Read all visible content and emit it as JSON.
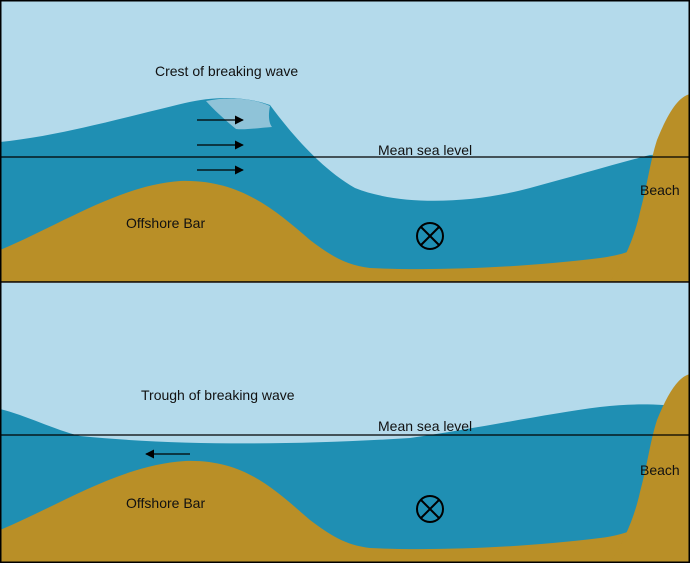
{
  "colors": {
    "sky": "#b4daeb",
    "water": "#1f8fb3",
    "crest": "#8fc3d8",
    "sand": "#b98f27",
    "line": "#000000",
    "border": "#000000"
  },
  "top_panel": {
    "wave_label": "Crest of breaking wave",
    "sea_level_label": "Mean sea level",
    "bar_label": "Offshore Bar",
    "beach_label": "Beach",
    "current_arrows": {
      "direction": "shoreward",
      "count": 3,
      "icon": "arrow-right-icon"
    },
    "current_symbol": {
      "icon": "into-page-symbol-icon",
      "glyph": "⊗"
    }
  },
  "bottom_panel": {
    "wave_label": "Trough of breaking wave",
    "sea_level_label": "Mean sea level",
    "bar_label": "Offshore Bar",
    "beach_label": "Beach",
    "current_arrows": {
      "direction": "seaward",
      "count": 1,
      "icon": "arrow-left-icon"
    },
    "current_symbol": {
      "icon": "into-page-symbol-icon",
      "glyph": "⊗"
    }
  }
}
